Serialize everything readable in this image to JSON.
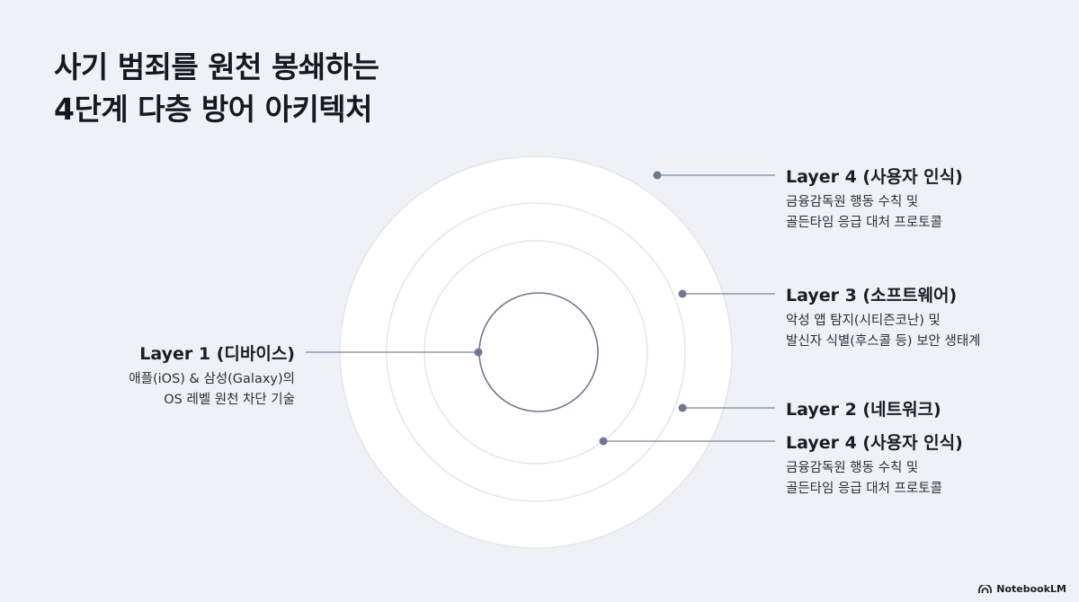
{
  "title": {
    "line1": "사기 범죄를 원천 봉쇄하는",
    "line2": "4단계 다층 방어 아키텍처"
  },
  "layers": [
    {
      "id": "layer4-top",
      "label": "Layer 4 (사용자 인식)",
      "desc": [
        "금융감독원 행동 수칙 및",
        "골든타임 응급 대처 프로토콜"
      ]
    },
    {
      "id": "layer3",
      "label": "Layer 3 (소프트웨어)",
      "desc": [
        "악성 앱 탐지(시티즌코난) 및",
        "발신자 식별(후스콜 등) 보안 생태계"
      ]
    },
    {
      "id": "layer2",
      "label": "Layer 2 (네트워크)",
      "desc": []
    },
    {
      "id": "layer4-bottom",
      "label": "Layer 4 (사용자 인식)",
      "desc": [
        "금융감독원 행동 수칙 및",
        "골든타임 응급 대처 프로토콜"
      ]
    },
    {
      "id": "layer1",
      "label": "Layer 1 (디바이스)",
      "desc": [
        "애플(iOS) & 삼성(Galaxy)의",
        "OS 레벨 원천 차단 기술"
      ]
    }
  ],
  "colors": {
    "background": "#eef1f5",
    "ring_fill": "#ffffff",
    "ring_stroke": "#e3e6ec",
    "core_stroke": "#6e7890",
    "connector": "#7c8599"
  },
  "icons": {
    "brand": "notebooklm-logo-icon"
  },
  "brand": {
    "name": "NotebookLM"
  }
}
